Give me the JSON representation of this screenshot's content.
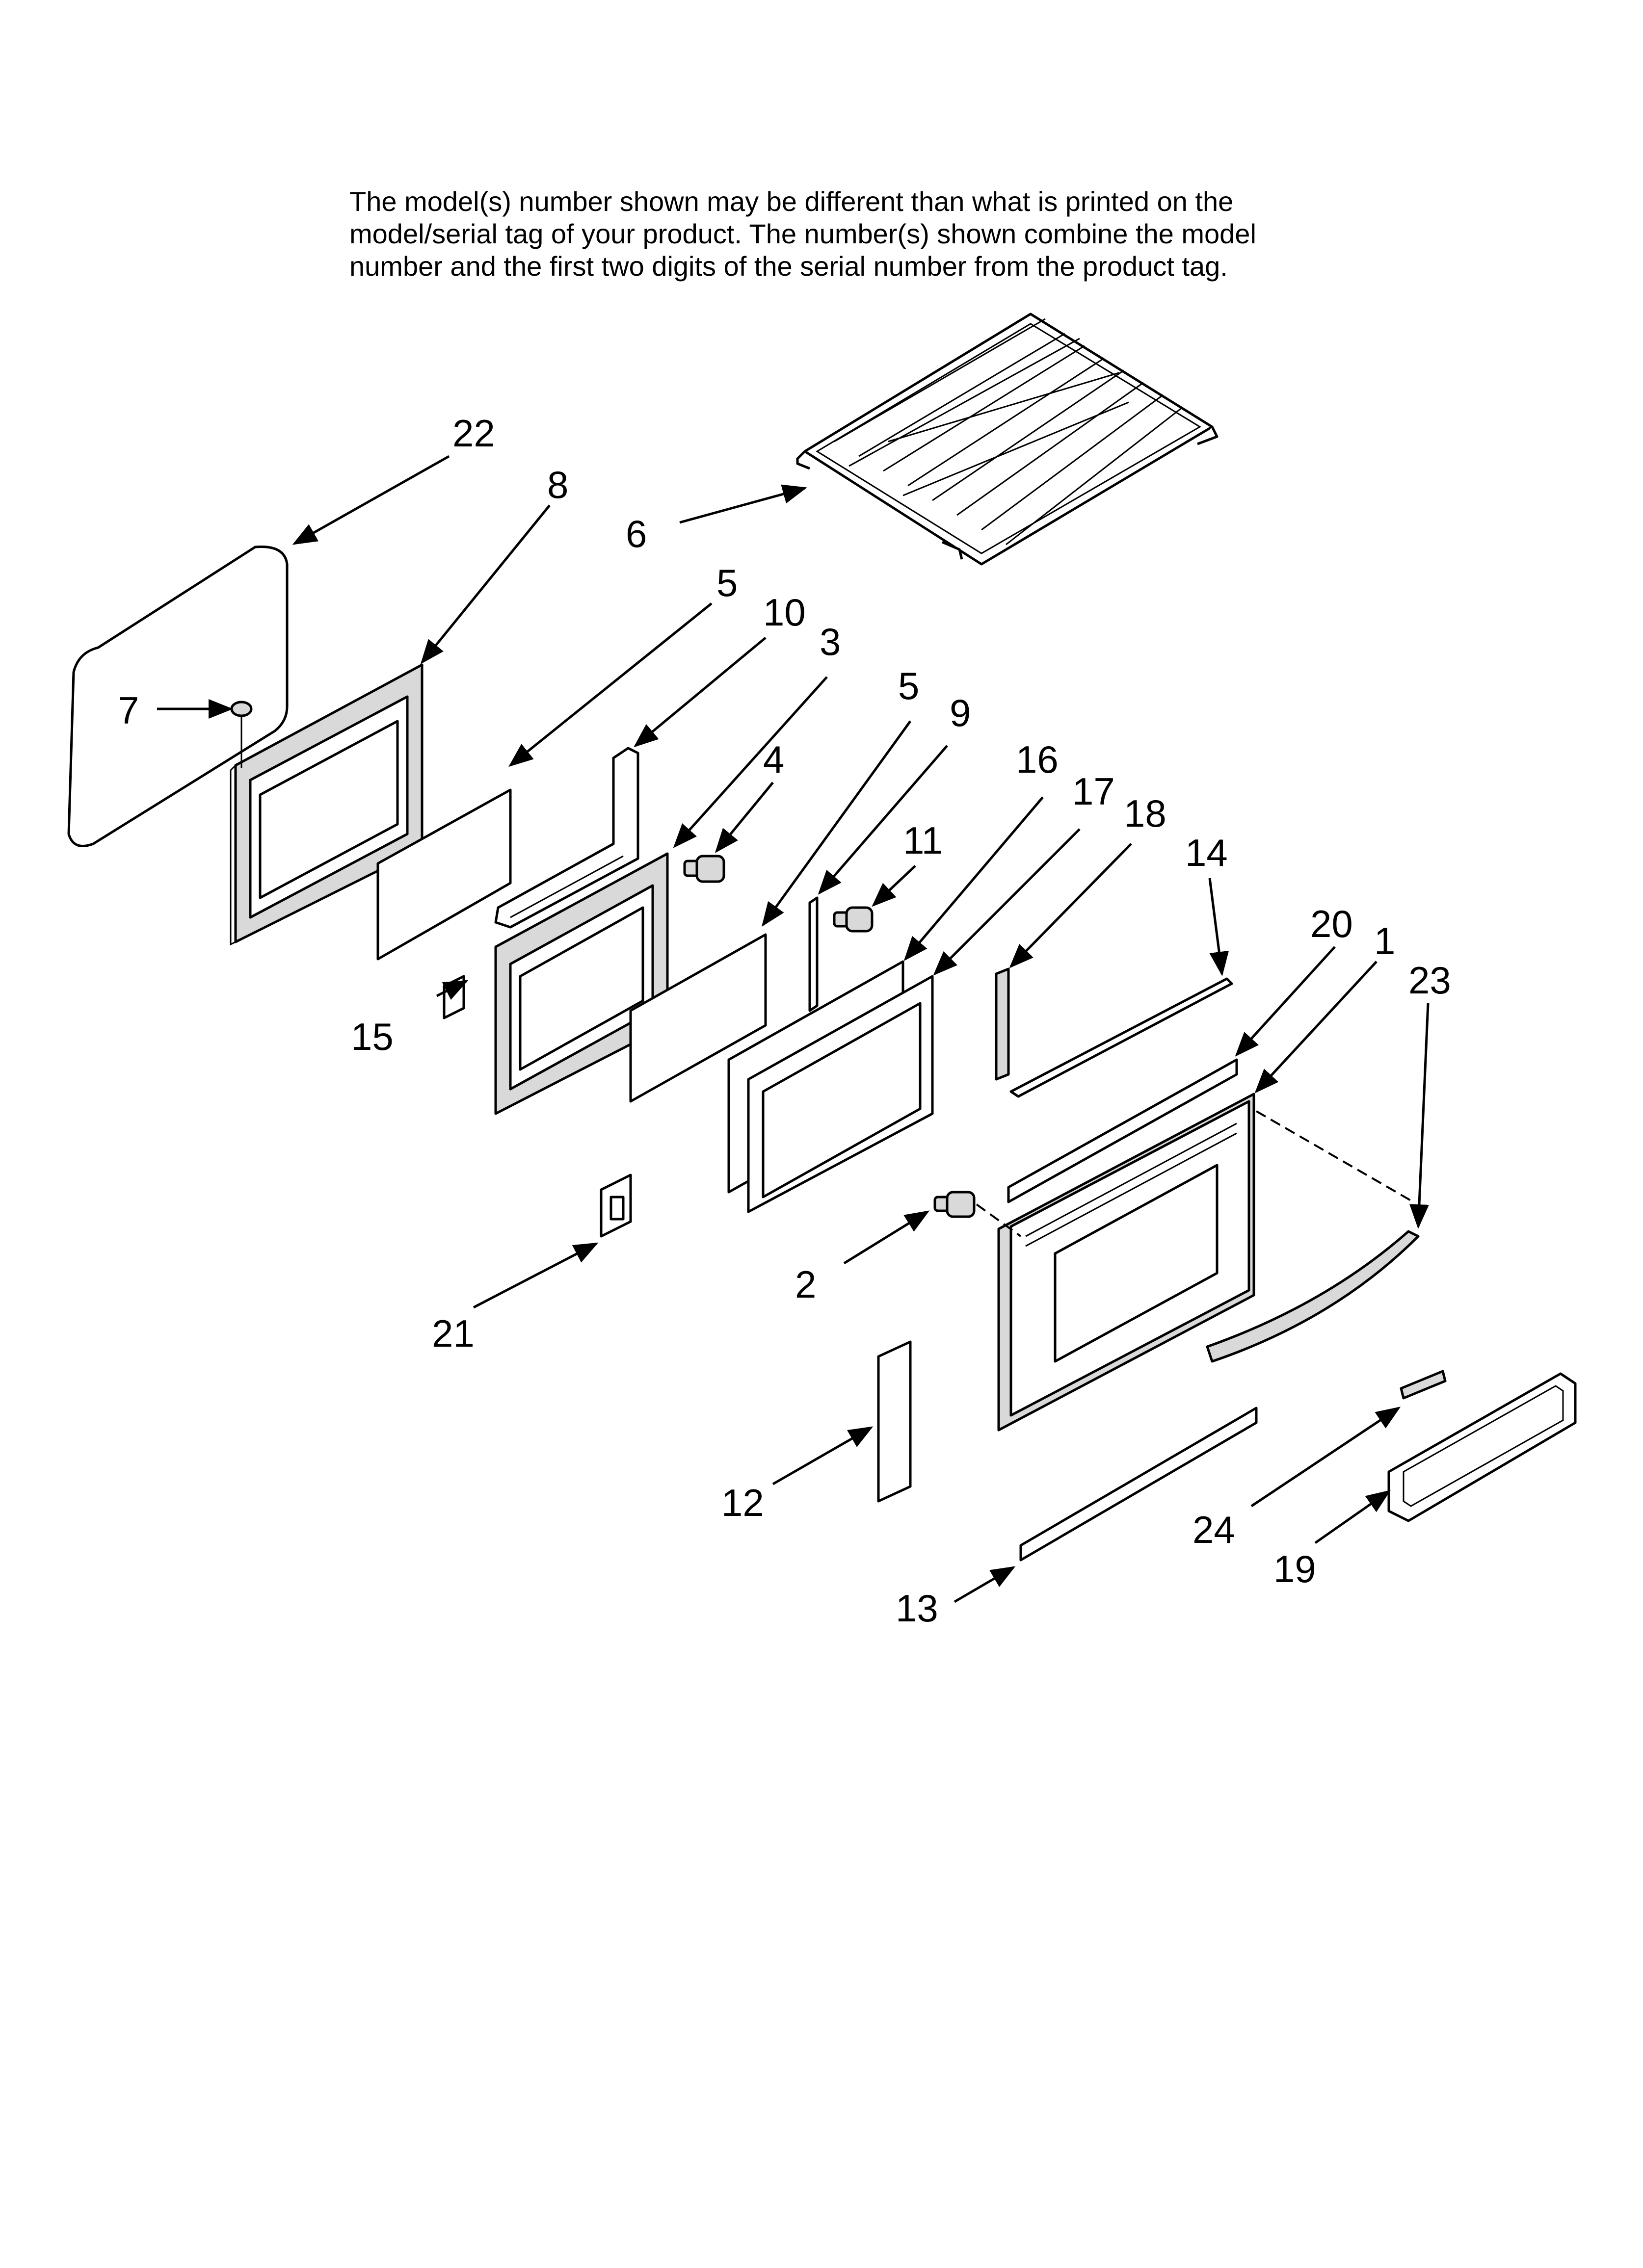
{
  "note": {
    "line1": "The model(s) number shown may be different than what is printed on the",
    "line2": "model/serial tag of your product. The number(s) shown combine the model",
    "line3": "number and the first two digits of the serial number from the product tag."
  },
  "callouts": {
    "c1": "1",
    "c2": "2",
    "c3": "3",
    "c4": "4",
    "c5a": "5",
    "c5b": "5",
    "c6": "6",
    "c7": "7",
    "c8": "8",
    "c9": "9",
    "c10": "10",
    "c11": "11",
    "c12": "12",
    "c13": "13",
    "c14": "14",
    "c15": "15",
    "c16": "16",
    "c17": "17",
    "c18": "18",
    "c19": "19",
    "c20": "20",
    "c21": "21",
    "c22": "22",
    "c23": "23",
    "c24": "24"
  }
}
